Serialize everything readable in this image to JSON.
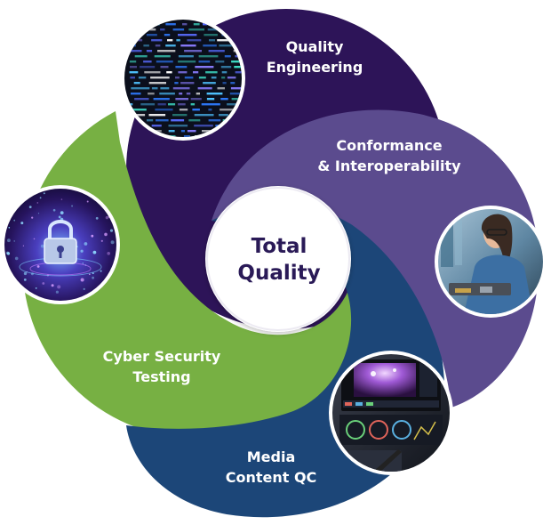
{
  "center": {
    "line1": "Total",
    "line2": "Quality",
    "text_color": "#2a1a57"
  },
  "segments": [
    {
      "id": "quality-engineering",
      "line1": "Quality",
      "line2": "Engineering",
      "color": "#2d1458",
      "photo": "code-screen"
    },
    {
      "id": "conformance",
      "line1": "Conformance",
      "line2": "& Interoperability",
      "color": "#5b4b8e",
      "photo": "engineer-at-workbench"
    },
    {
      "id": "media-qc",
      "line1": "Media",
      "line2": "Content QC",
      "color": "#1c4678",
      "photo": "video-editing-monitors"
    },
    {
      "id": "cyber-security",
      "line1": "Cyber Security",
      "line2": "Testing",
      "color": "#77b043",
      "photo": "digital-padlock"
    }
  ]
}
